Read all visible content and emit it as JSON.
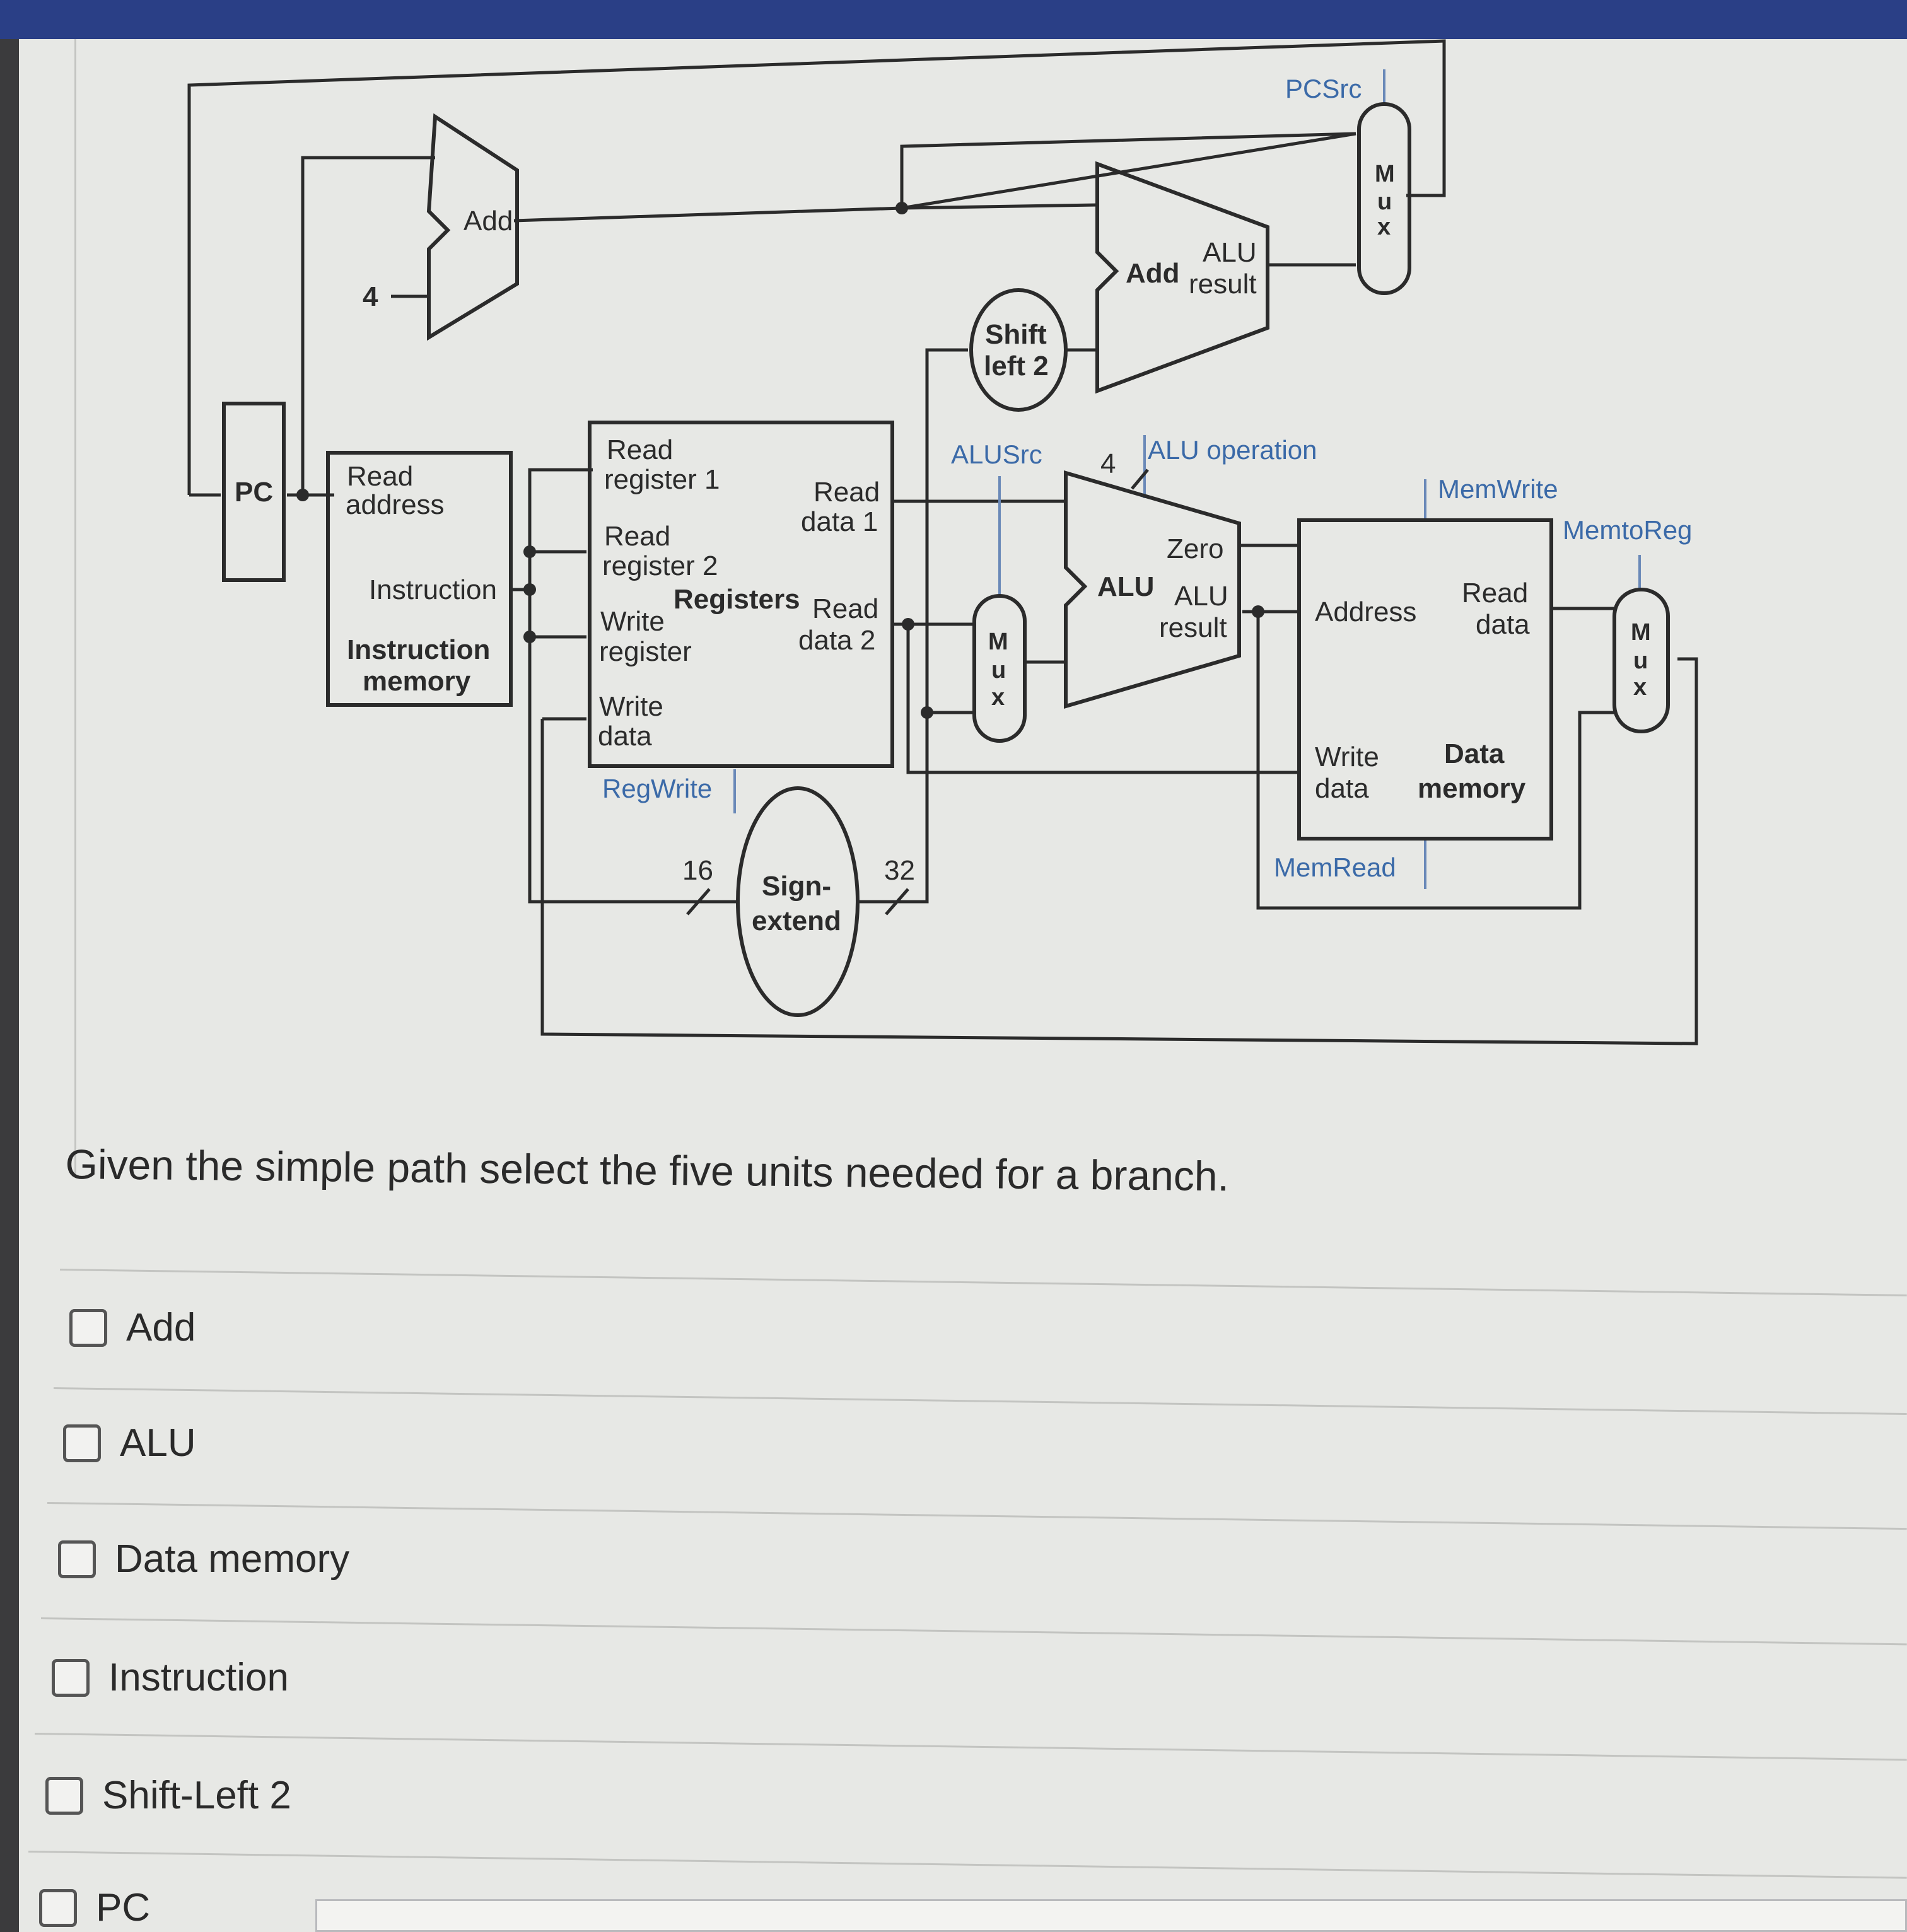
{
  "diagram": {
    "pc": "PC",
    "add_top": "Add",
    "const_4": "4",
    "imem_read": "Read",
    "imem_address": "address",
    "imem_instruction": "Instruction",
    "imem_title_1": "Instruction",
    "imem_title_2": "memory",
    "reg_read_reg1_a": "Read",
    "reg_read_reg1_b": "register 1",
    "reg_read_reg2_a": "Read",
    "reg_read_reg2_b": "register 2",
    "reg_write_reg_a": "Write",
    "reg_write_reg_b": "register",
    "reg_write_data_a": "Write",
    "reg_write_data_b": "data",
    "reg_title": "Registers",
    "reg_read_data1_a": "Read",
    "reg_read_data1_b": "data 1",
    "reg_read_data2_a": "Read",
    "reg_read_data2_b": "data 2",
    "regwrite": "RegWrite",
    "sign_extend_a": "Sign-",
    "sign_extend_b": "extend",
    "bits_16": "16",
    "bits_32": "32",
    "shift_left_a": "Shift",
    "shift_left_b": "left 2",
    "alusrc": "ALUSrc",
    "alu_op_bits": "4",
    "alu_operation": "ALU operation",
    "alu": "ALU",
    "alu_zero": "Zero",
    "alu_result_a": "ALU",
    "alu_result_b": "result",
    "add_branch": "Add",
    "add_branch_result_a": "ALU",
    "add_branch_result_b": "result",
    "pcsrc": "PCSrc",
    "mux_m": "M",
    "mux_u": "u",
    "mux_x": "x",
    "memwrite": "MemWrite",
    "memtoreg": "MemtoReg",
    "dmem_address": "Address",
    "dmem_read_a": "Read",
    "dmem_read_b": "data",
    "dmem_write_a": "Write",
    "dmem_write_b": "data",
    "dmem_title_a": "Data",
    "dmem_title_b": "memory",
    "memread": "MemRead"
  },
  "question": "Given the simple path select the five units needed for a branch.",
  "options": [
    {
      "label": "Add",
      "checked": false
    },
    {
      "label": "ALU",
      "checked": false
    },
    {
      "label": "Data memory",
      "checked": false
    },
    {
      "label": "Instruction",
      "checked": false
    },
    {
      "label": "Shift-Left 2",
      "checked": false
    },
    {
      "label": "PC",
      "checked": false
    }
  ]
}
